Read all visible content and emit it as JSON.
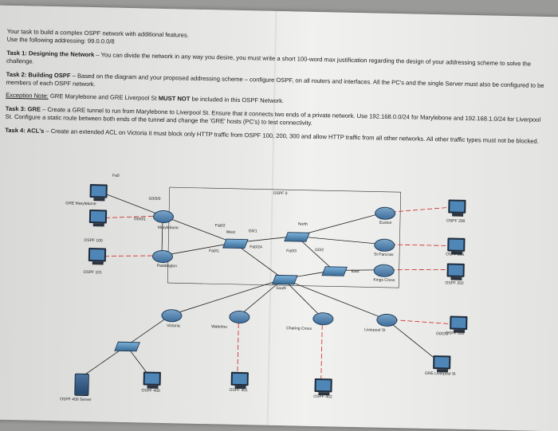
{
  "intro": "Your task to build a complex OSPF network with additional features.",
  "addressing": "Use the following addressing: 99.0.0.0/8",
  "task1": {
    "title": "Task 1: Designing the Network",
    "text": " – You can divide the network in any way you desire, you must write a short 100-word max justification regarding the design of your addressing scheme to solve the challenge."
  },
  "task2": {
    "title": "Task 2: Building OSPF",
    "text": " – Based on the diagram and your proposed addressing scheme – configure OSPF, on all routers and interfaces. All the PC's and the single Server must also be configured to be members of each OSPF network."
  },
  "exception": {
    "title": "Exception Note:",
    "text": " GRE Marylebone and GRE Liverpool St ",
    "bold": "MUST NOT",
    "tail": " be included in this OSPF Network."
  },
  "task3": {
    "title": "Task 3: GRE",
    "text": " – Create a GRE tunnel to run from Marylebone to Liverpool St. Ensure that it connects two ends of a private network. Use 192.168.0.0/24 for Marylebone and 192.168.1.0/24 for Liverpool St. Configure a static route between both ends of the tunnel and change the 'GRE' hosts (PC's) to test connectivity."
  },
  "task4": {
    "title": "Task 4: ACL's",
    "text": " – Create an extended ACL on Victoria it must block only HTTP traffic from OSPF 100, 200, 300 and allow HTTP traffic from all other networks. All other traffic types must not be blocked."
  },
  "diagram": {
    "pcs": [
      "GRE Marylebone",
      "OSPF 100",
      "OSPF 101",
      "OSPF 200",
      "OSPF 201",
      "OSPF 202",
      "OSPF 300",
      "GRE Liverpool St",
      "OSPF 400",
      "OSPF 401",
      "OSPF 402"
    ],
    "routers": [
      "Marylebone",
      "Paddington",
      "Victoria",
      "Waterloo",
      "Charing Cross",
      "Liverpool St",
      "Euston",
      "St Pancras",
      "Kings Cross"
    ],
    "switches": [
      "West",
      "North",
      "South",
      "East"
    ],
    "server": "OSPF 400 Server",
    "area_label": "OSPF 0",
    "ports": [
      "Fa0",
      "G0/0/0",
      "G0/0/1",
      "Fa0/1",
      "Fa0/2",
      "Fa0/3",
      "Fa0/24",
      "G0/1",
      "G0/2",
      "G0/2/0"
    ]
  }
}
